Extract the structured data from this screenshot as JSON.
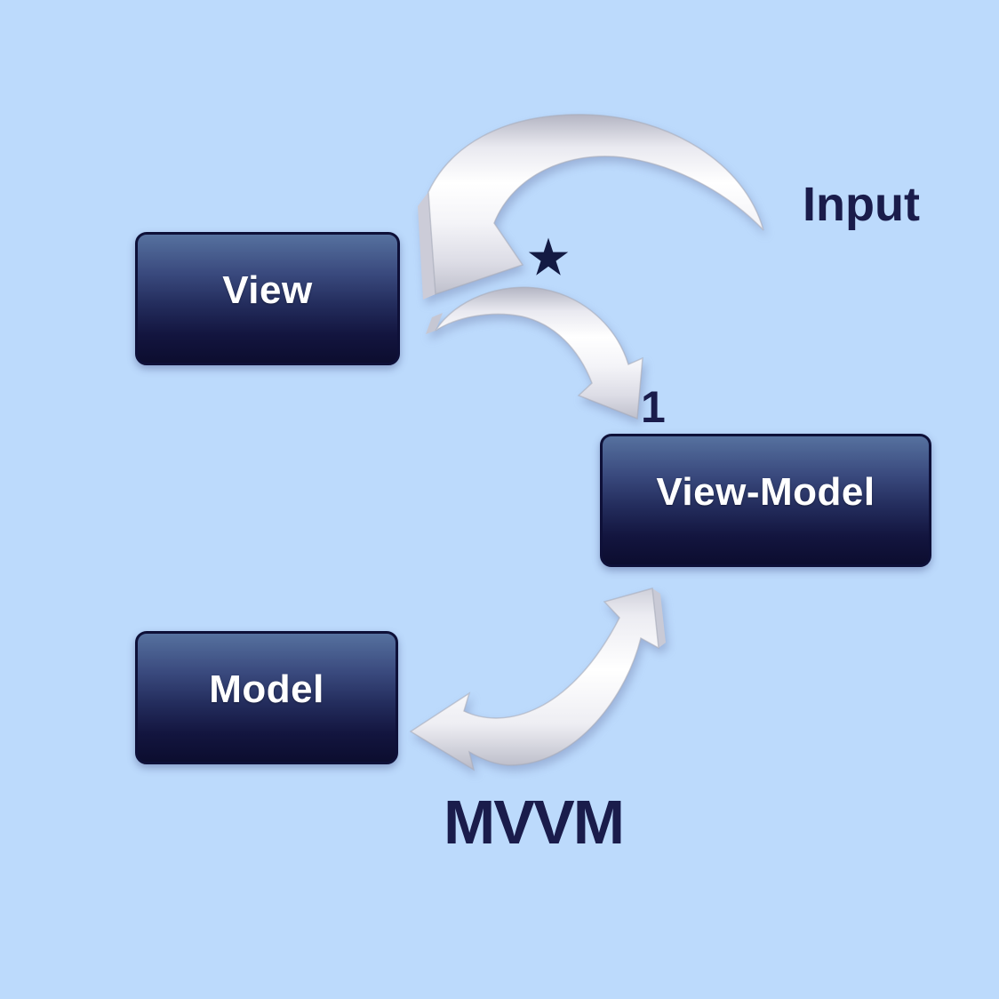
{
  "title": "MVVM",
  "nodes": [
    {
      "id": "view",
      "label": "View"
    },
    {
      "id": "view-model",
      "label": "View-Model"
    },
    {
      "id": "model",
      "label": "Model"
    }
  ],
  "annotations": {
    "input_label": "Input",
    "viewmodel_marker": "1",
    "star_icon": "★"
  },
  "edges": [
    {
      "from": "Input",
      "to": "View",
      "type": "curved-arrow"
    },
    {
      "from": "View",
      "to": "View-Model",
      "type": "curved-arrow",
      "label": "1"
    },
    {
      "from": "Model",
      "to": "View-Model",
      "type": "curved-double-arrow"
    }
  ],
  "colors": {
    "background": "#bcdafc",
    "node_gradient_top": "#56719f",
    "node_gradient_bottom": "#0c0d2f",
    "node_border": "#0e1038",
    "node_text": "#ffffff",
    "dark_text": "#1a1c4b",
    "arrow_body": "#ffffff",
    "arrow_edge": "#b4b5c3"
  }
}
